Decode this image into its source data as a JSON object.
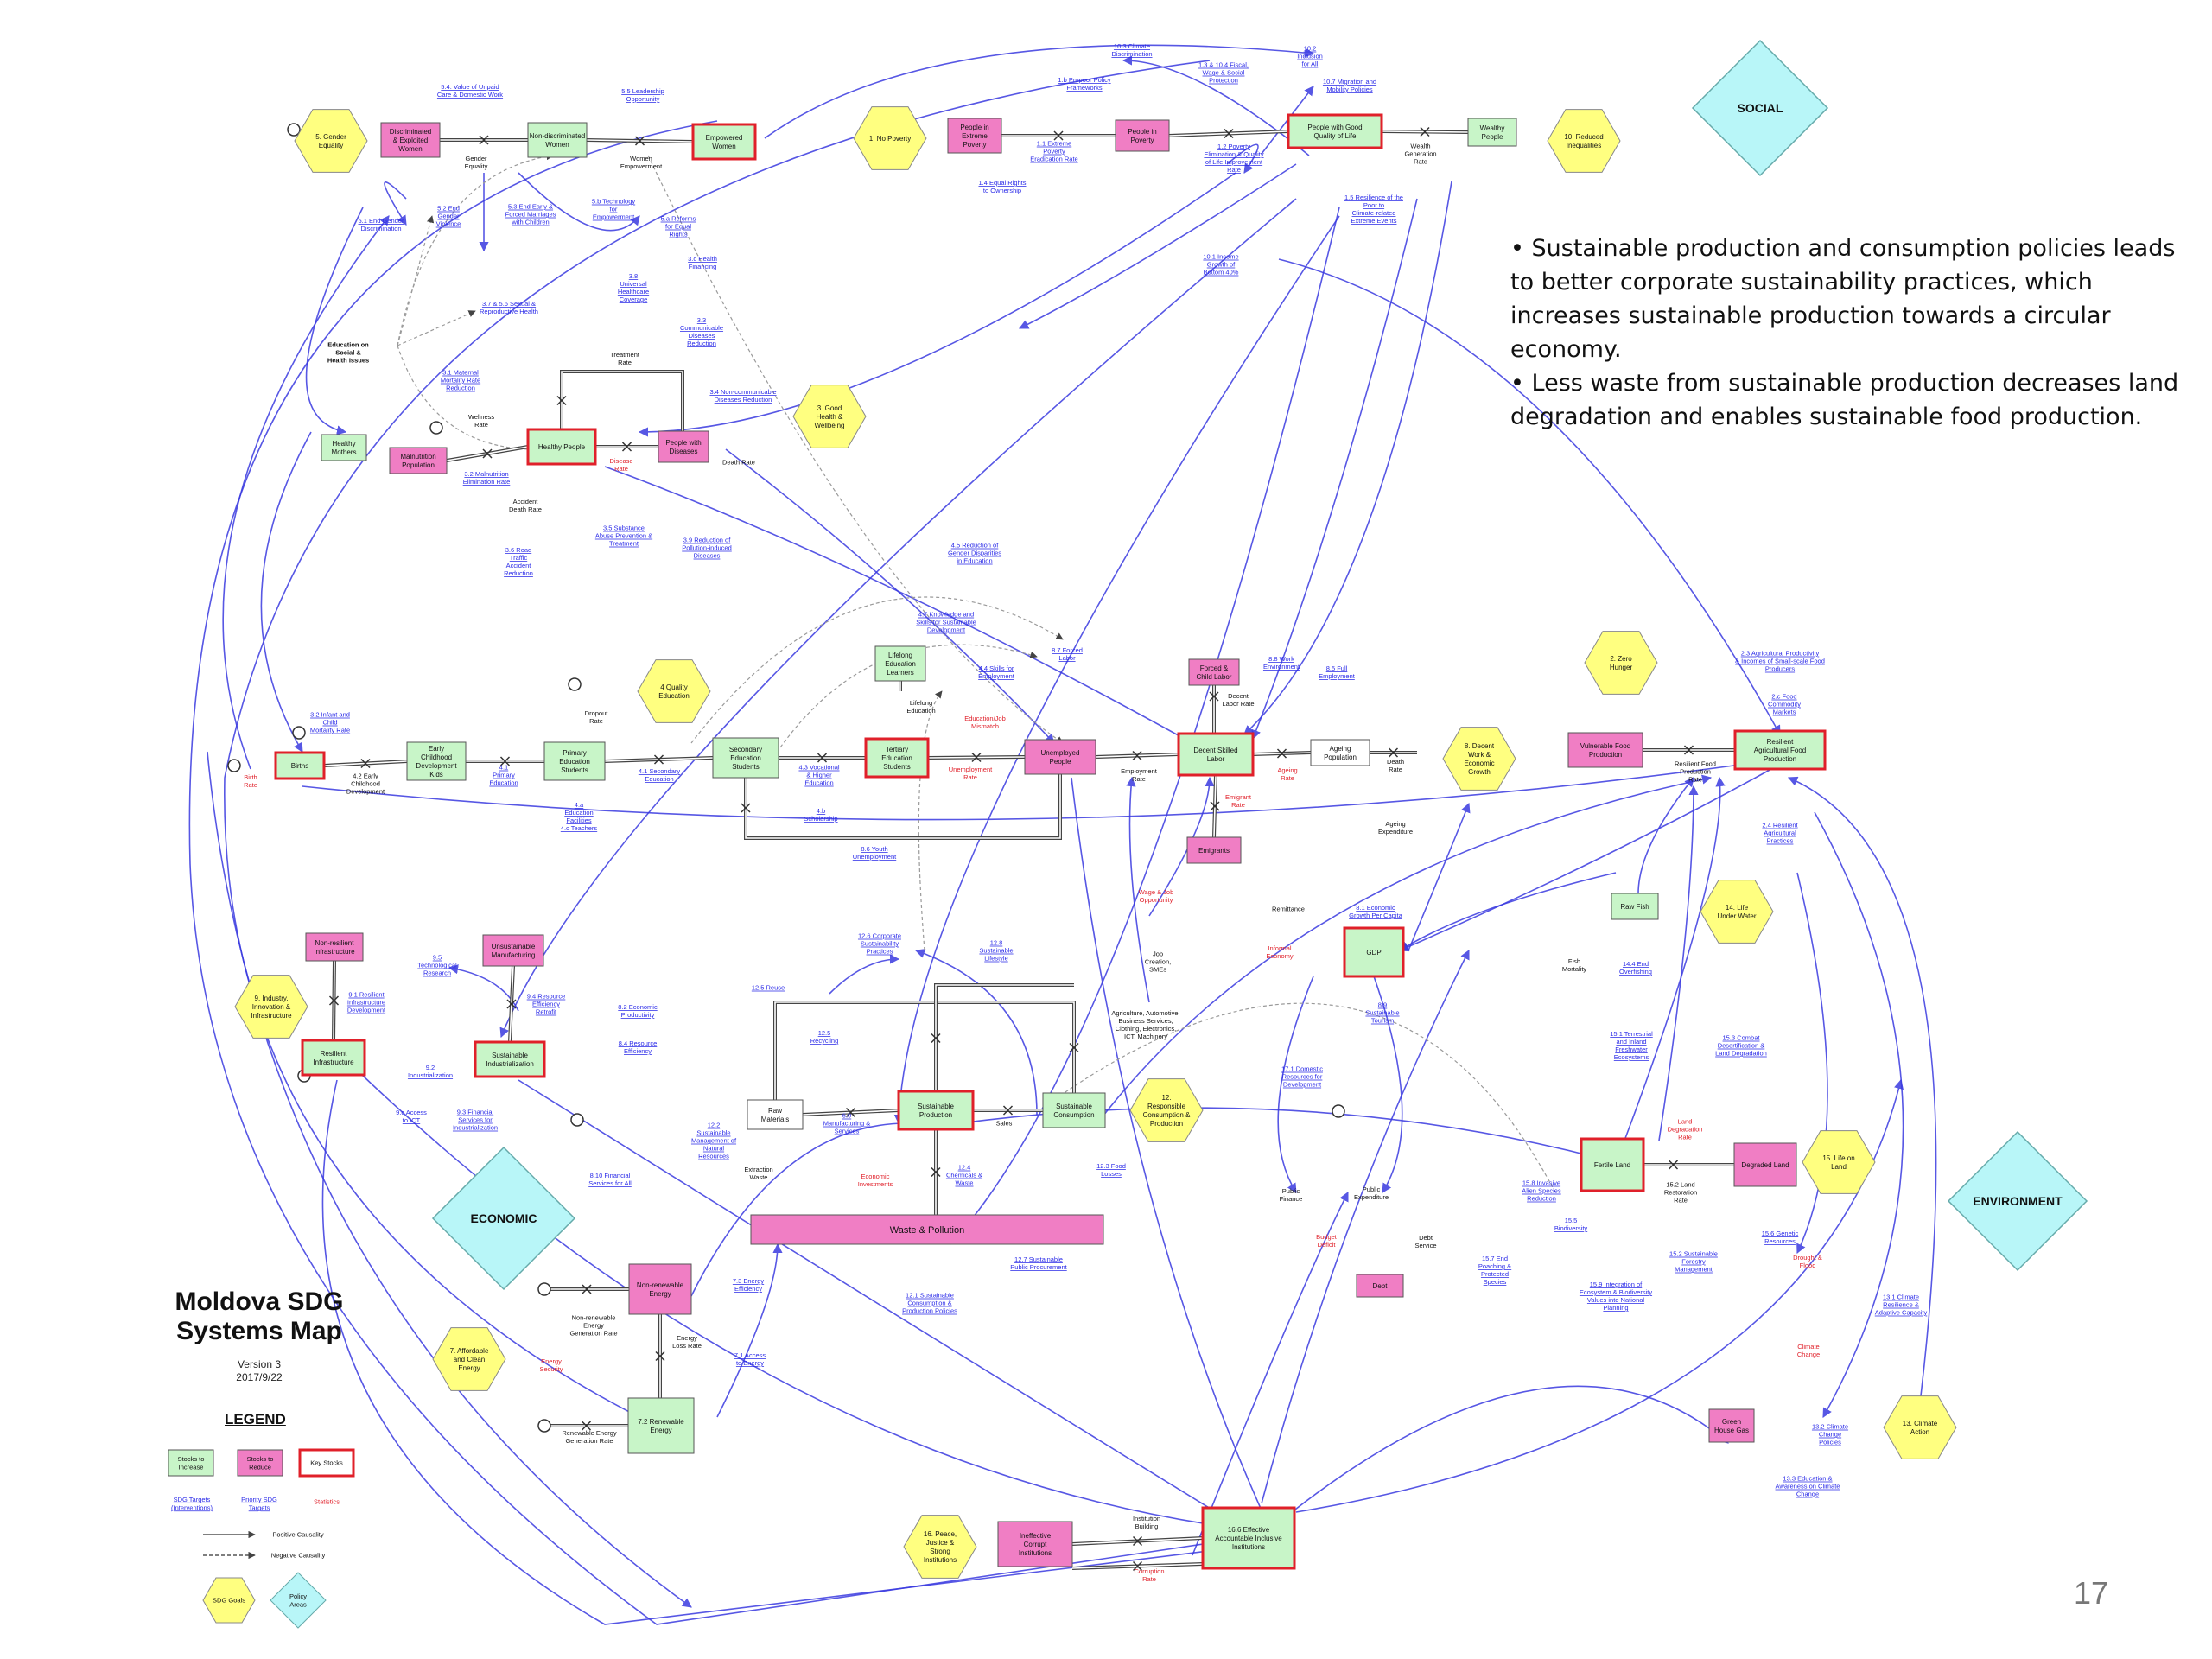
{
  "bullets": [
    "• Sustainable production and consumption policies leads to better corporate sustainability practices, which increases sustainable production towards a circular economy.",
    "• Less waste from sustainable production decreases land degradation and enables sustainable food production."
  ],
  "slide_number": "17",
  "map": {
    "title": "Moldova SDG Systems Map",
    "version": "Version 3",
    "date": "2017/9/22"
  },
  "legend": {
    "title": "LEGEND",
    "stocks_increase": "Stocks to Increase",
    "stocks_reduce": "Stocks to Reduce",
    "key_stocks": "Key Stocks",
    "sdg_targets": "SDG Targets (Interventions)",
    "priority_sdg_targets": "Priority SDG Targets",
    "statistics": "Statistics",
    "positive": "Positive Causality",
    "negative": "Negative Causality",
    "sdg_goals": "SDG Goals",
    "policy_areas": "Policy Areas"
  },
  "colors": {
    "increase": "#c8f5c8",
    "reduce": "#f07ec4",
    "key_border": "#e0202a",
    "goal": "#ffff80",
    "area": "#b8f6f8",
    "link": "#3a3ae0",
    "target_text": "#2a2ae8",
    "stat_text": "#e0202a",
    "flow": "#555555"
  },
  "areas": [
    {
      "id": "a-social",
      "label": "SOCIAL"
    },
    {
      "id": "a-economic",
      "label": "ECONOMIC"
    },
    {
      "id": "a-environment",
      "label": "ENVIRONMENT"
    }
  ],
  "goals": [
    {
      "id": "g5",
      "label": "5. Gender Equality"
    },
    {
      "id": "g1",
      "label": "1. No Poverty"
    },
    {
      "id": "g10",
      "label": "10. Reduced Inequalities"
    },
    {
      "id": "g3",
      "label": "3. Good Health & Wellbeing"
    },
    {
      "id": "g4",
      "label": "4 Quality Education"
    },
    {
      "id": "g2",
      "label": "2. Zero Hunger"
    },
    {
      "id": "g8",
      "label": "8. Decent Work & Economic Growth"
    },
    {
      "id": "g9",
      "label": "9. Industry, Innovation & Infrastructure"
    },
    {
      "id": "g12",
      "label": "12. Responsible Consumption & Production"
    },
    {
      "id": "g14",
      "label": "14. Life Under Water"
    },
    {
      "id": "g15",
      "label": "15. Life on Land"
    },
    {
      "id": "g7",
      "label": "7. Affordable and Clean Energy"
    },
    {
      "id": "g16",
      "label": "16. Peace, Justice & Strong Institutions"
    },
    {
      "id": "g13",
      "label": "13. Climate Action"
    }
  ],
  "stocks": [
    {
      "id": "discriminated",
      "label": "Discriminated & Exploited Women",
      "kind": "reduce"
    },
    {
      "id": "nondisc",
      "label": "Non-discriminated Women",
      "kind": "increase"
    },
    {
      "id": "empowered",
      "label": "Empowered Women",
      "kind": "increase",
      "key": true
    },
    {
      "id": "extreme",
      "label": "People in Extreme Poverty",
      "kind": "reduce"
    },
    {
      "id": "poverty",
      "label": "People in Poverty",
      "kind": "reduce"
    },
    {
      "id": "goodlife",
      "label": "People with Good Quality of Life",
      "kind": "increase",
      "key": true
    },
    {
      "id": "wealthy",
      "label": "Wealthy People",
      "kind": "increase"
    },
    {
      "id": "mothers",
      "label": "Healthy Mothers",
      "kind": "increase"
    },
    {
      "id": "malnut",
      "label": "Malnutrition Population",
      "kind": "reduce"
    },
    {
      "id": "healthy",
      "label": "Healthy People",
      "kind": "increase",
      "key": true
    },
    {
      "id": "diseases",
      "label": "People with Diseases",
      "kind": "reduce"
    },
    {
      "id": "lifelong",
      "label": "Lifelong Education Learners",
      "kind": "increase"
    },
    {
      "id": "forced",
      "label": "Forced & Child Labor",
      "kind": "reduce"
    },
    {
      "id": "births",
      "label": "Births",
      "kind": "increase",
      "key": true
    },
    {
      "id": "ecd",
      "label": "Early Childhood Development Kids",
      "kind": "increase"
    },
    {
      "id": "primary",
      "label": "Primary Education Students",
      "kind": "increase"
    },
    {
      "id": "secondary",
      "label": "Secondary Education Students",
      "kind": "increase"
    },
    {
      "id": "tertiary",
      "label": "Tertiary Education Students",
      "kind": "increase",
      "key": true
    },
    {
      "id": "unemployed",
      "label": "Unemployed People",
      "kind": "reduce"
    },
    {
      "id": "decent",
      "label": "Decent Skilled Labor",
      "kind": "increase",
      "key": true
    },
    {
      "id": "ageing",
      "label": "Ageing Population",
      "kind": "white"
    },
    {
      "id": "emigrants",
      "label": "Emigrants",
      "kind": "reduce"
    },
    {
      "id": "vulnfood",
      "label": "Vulnerable Food Production",
      "kind": "reduce"
    },
    {
      "id": "resfood",
      "label": "Resilient Agricultural Food Production",
      "kind": "increase",
      "key": true
    },
    {
      "id": "nonresinfra",
      "label": "Non-resilient Infrastructure",
      "kind": "reduce"
    },
    {
      "id": "unsustman",
      "label": "Unsustainable Manufacturing",
      "kind": "reduce"
    },
    {
      "id": "resinfra",
      "label": "Resilient Infrastructure",
      "kind": "increase",
      "key": true
    },
    {
      "id": "sustind",
      "label": "Sustainable Industrialization",
      "kind": "increase",
      "key": true
    },
    {
      "id": "gdp",
      "label": "GDP",
      "kind": "increase",
      "key": true
    },
    {
      "id": "rawfish",
      "label": "Raw Fish",
      "kind": "increase"
    },
    {
      "id": "rawmat",
      "label": "Raw Materials",
      "kind": "white"
    },
    {
      "id": "sustprod",
      "label": "Sustainable Production",
      "kind": "increase",
      "key": true
    },
    {
      "id": "sustcons",
      "label": "Sustainable Consumption",
      "kind": "increase"
    },
    {
      "id": "fertile",
      "label": "Fertile Land",
      "kind": "increase",
      "key": true
    },
    {
      "id": "degraded",
      "label": "Degraded Land",
      "kind": "reduce"
    },
    {
      "id": "waste",
      "label": "Waste & Pollution",
      "kind": "reduce"
    },
    {
      "id": "debt",
      "label": "Debt",
      "kind": "reduce"
    },
    {
      "id": "nonrenew",
      "label": "Non-renewable Energy",
      "kind": "reduce"
    },
    {
      "id": "renew",
      "label": "7.2 Renewable Energy",
      "kind": "increase"
    },
    {
      "id": "ghg",
      "label": "Green House Gas",
      "kind": "reduce"
    },
    {
      "id": "corrupt",
      "label": "Ineffective Corrupt Institutions",
      "kind": "reduce"
    },
    {
      "id": "effinst",
      "label": "16.6 Effective Accountable Inclusive Institutions",
      "kind": "increase",
      "key": true
    }
  ],
  "labels": [
    {
      "id": "l1",
      "text": "10.3 Climate Discrimination",
      "kind": "t"
    },
    {
      "id": "l2",
      "text": "5.4. Value of Unpaid Care & Domestic Work",
      "kind": "t"
    },
    {
      "id": "l3",
      "text": "5.5 Leadership Opportunity",
      "kind": "t"
    },
    {
      "id": "l4",
      "text": "Gender Equality",
      "kind": "p"
    },
    {
      "id": "l5",
      "text": "Women Empowerment",
      "kind": "p"
    },
    {
      "id": "l6",
      "text": "5.1 End Gender Discrimination",
      "kind": "t"
    },
    {
      "id": "l7",
      "text": "5.2 End Gender Violence",
      "kind": "t"
    },
    {
      "id": "l8",
      "text": "5.3 End Early & Forced Marriages with Children",
      "kind": "t"
    },
    {
      "id": "l9",
      "text": "5.b Technology for Empowerment",
      "kind": "t"
    },
    {
      "id": "l10",
      "text": "5.a Reforms for Equal Rights",
      "kind": "t"
    },
    {
      "id": "l11",
      "text": "1.b Propoor Policy Frameworks",
      "kind": "t"
    },
    {
      "id": "l12",
      "text": "1.3 & 10.4 Fiscal, Wage & Social Protection",
      "kind": "t"
    },
    {
      "id": "l13",
      "text": "10.2 Inclusion for All",
      "kind": "t"
    },
    {
      "id": "l14",
      "text": "10.7 Migration and Mobility Policies",
      "kind": "t"
    },
    {
      "id": "l15",
      "text": "1.1 Extreme Poverty Eradication Rate",
      "kind": "t"
    },
    {
      "id": "l16",
      "text": "1.2 Poverty Elimination & Quality of Life Improvement Rate",
      "kind": "t"
    },
    {
      "id": "l17",
      "text": "Wealth Generation Rate",
      "kind": "p"
    },
    {
      "id": "l18",
      "text": "1.4 Equal Rights to Ownership",
      "kind": "t"
    },
    {
      "id": "l19",
      "text": "1.5 Resilience of the Poor to Climate-related Extreme Events",
      "kind": "t"
    },
    {
      "id": "l20",
      "text": "10.1 Income Growth of Bottom 40%",
      "kind": "t"
    },
    {
      "id": "l21",
      "text": "3.c Health Financing",
      "kind": "t"
    },
    {
      "id": "l22",
      "text": "3.8 Universal Healthcare Coverage",
      "kind": "t"
    },
    {
      "id": "l23",
      "text": "3.7 & 5.6 Sexual & Reproductive Health",
      "kind": "t"
    },
    {
      "id": "l24",
      "text": "3.3 Communicable Diseases Reduction",
      "kind": "t"
    },
    {
      "id": "l25",
      "text": "Education on Social & Health Issues",
      "kind": "b"
    },
    {
      "id": "l26",
      "text": "Treatment Rate",
      "kind": "p"
    },
    {
      "id": "l27",
      "text": "3.1 Maternal Mortality Rate Reduction",
      "kind": "t"
    },
    {
      "id": "l28",
      "text": "3.4 Non-communicable Diseases Reduction",
      "kind": "t"
    },
    {
      "id": "l29",
      "text": "Wellness Rate",
      "kind": "p"
    },
    {
      "id": "l30",
      "text": "Disease Rate",
      "kind": "s"
    },
    {
      "id": "l31",
      "text": "Death Rate",
      "kind": "p"
    },
    {
      "id": "l32",
      "text": "3.2 Malnutrition Elimination Rate",
      "kind": "t"
    },
    {
      "id": "l33",
      "text": "Accident Death Rate",
      "kind": "p"
    },
    {
      "id": "l34",
      "text": "3.6 Road Traffic Accident Reduction",
      "kind": "t"
    },
    {
      "id": "l35",
      "text": "3.5 Substance Abuse Prevention & Treatment",
      "kind": "t"
    },
    {
      "id": "l36",
      "text": "3.9 Reduction of Pollution-induced Diseases",
      "kind": "t"
    },
    {
      "id": "l37",
      "text": "4.5 Reduction of Gender Disparities in Education",
      "kind": "t"
    },
    {
      "id": "l38",
      "text": "4.7 Knowledge and Skills for Sustainable Development",
      "kind": "t"
    },
    {
      "id": "l39",
      "text": "4.4 Skills for Employment",
      "kind": "t"
    },
    {
      "id": "l40",
      "text": "8.7 Forced Labor",
      "kind": "t"
    },
    {
      "id": "l41",
      "text": "8.8 Work Environment",
      "kind": "t"
    },
    {
      "id": "l42",
      "text": "8.5 Full Employment",
      "kind": "t"
    },
    {
      "id": "l43",
      "text": "Decent Labor Rate",
      "kind": "p"
    },
    {
      "id": "l44",
      "text": "Lifelong Education",
      "kind": "p"
    },
    {
      "id": "l45",
      "text": "Education/Job Mismatch",
      "kind": "s"
    },
    {
      "id": "l46",
      "text": "Unemployment Rate",
      "kind": "s"
    },
    {
      "id": "l47",
      "text": "3.2 Infant and Child Mortality Rate",
      "kind": "t"
    },
    {
      "id": "l48",
      "text": "Dropout Rate",
      "kind": "p"
    },
    {
      "id": "l49",
      "text": "Birth Rate",
      "kind": "s"
    },
    {
      "id": "l50",
      "text": "4.2 Early Childhood Development",
      "kind": "p"
    },
    {
      "id": "l51",
      "text": "4.1 Primary Education",
      "kind": "t"
    },
    {
      "id": "l52",
      "text": "4.1 Secondary Education",
      "kind": "t"
    },
    {
      "id": "l53",
      "text": "4.3 Vocational & Higher Education",
      "kind": "t"
    },
    {
      "id": "l54",
      "text": "4.a Education Facilities 4.c Teachers",
      "kind": "t"
    },
    {
      "id": "l55",
      "text": "4.b Scholarship",
      "kind": "t"
    },
    {
      "id": "l56",
      "text": "8.6 Youth Unemployment",
      "kind": "t"
    },
    {
      "id": "l57",
      "text": "Employment Rate",
      "kind": "p"
    },
    {
      "id": "l58",
      "text": "Ageing Rate",
      "kind": "s"
    },
    {
      "id": "l59",
      "text": "Death Rate",
      "kind": "p"
    },
    {
      "id": "l60",
      "text": "Emigrant Rate",
      "kind": "s"
    },
    {
      "id": "l61",
      "text": "Ageing Expenditure",
      "kind": "p"
    },
    {
      "id": "l62",
      "text": "2.3 Agricultural Productivity & Incomes of Small-scale Food Producers",
      "kind": "t"
    },
    {
      "id": "l63",
      "text": "2.c Food Commodity Markets",
      "kind": "t"
    },
    {
      "id": "l64",
      "text": "Resilient Food Production Rate",
      "kind": "p"
    },
    {
      "id": "l65",
      "text": "2.4 Resilient Agricultural Practices",
      "kind": "t"
    },
    {
      "id": "l66",
      "text": "12.6 Corporate Sustainability Practices",
      "kind": "t"
    },
    {
      "id": "l67",
      "text": "12.8 Sustainable Lifestyle",
      "kind": "t"
    },
    {
      "id": "l68",
      "text": "Job Creation, SMEs",
      "kind": "p"
    },
    {
      "id": "l69",
      "text": "Wage & Job Opportunity",
      "kind": "s"
    },
    {
      "id": "l70",
      "text": "Remittance",
      "kind": "p"
    },
    {
      "id": "l71",
      "text": "8.1 Economic Growth Per Capita",
      "kind": "t"
    },
    {
      "id": "l72",
      "text": "Informal Economy",
      "kind": "s"
    },
    {
      "id": "l73",
      "text": "9.5 Technological Research",
      "kind": "t"
    },
    {
      "id": "l74",
      "text": "9.1 Resilient Infrastructure Development",
      "kind": "t"
    },
    {
      "id": "l75",
      "text": "9.4 Resource Efficiency Retrofit",
      "kind": "t"
    },
    {
      "id": "l76",
      "text": "8.2 Economic Productivity",
      "kind": "t"
    },
    {
      "id": "l77",
      "text": "8.4 Resource Efficiency",
      "kind": "t"
    },
    {
      "id": "l78",
      "text": "12.5 Reuse",
      "kind": "t"
    },
    {
      "id": "l79",
      "text": "12.5 Recycling",
      "kind": "t"
    },
    {
      "id": "l80",
      "text": "Agriculture, Automotive, Business Services, Clothing, Electronics, ICT, Machinery",
      "kind": "p"
    },
    {
      "id": "l81",
      "text": "8.9 Sustainable Tourism",
      "kind": "t"
    },
    {
      "id": "l82",
      "text": "Fish Mortality",
      "kind": "p"
    },
    {
      "id": "l83",
      "text": "14.4 End Overfishing",
      "kind": "t"
    },
    {
      "id": "l84",
      "text": "9.2 Industrialization",
      "kind": "t"
    },
    {
      "id": "l85",
      "text": "9.c Access to ICT",
      "kind": "t"
    },
    {
      "id": "l86",
      "text": "9.3 Financial Services for Industrialization",
      "kind": "t"
    },
    {
      "id": "l87",
      "text": "12.2 Sustainable Management of Natural Resources",
      "kind": "t"
    },
    {
      "id": "l88",
      "text": "Extraction Waste",
      "kind": "p"
    },
    {
      "id": "l89",
      "text": "6.0 Manufacturing & Services",
      "kind": "t"
    },
    {
      "id": "l90",
      "text": "Economic Investments",
      "kind": "s"
    },
    {
      "id": "l91",
      "text": "12.4 Chemicals & Waste",
      "kind": "t"
    },
    {
      "id": "l92",
      "text": "Sales",
      "kind": "p"
    },
    {
      "id": "l93",
      "text": "12.3 Food Losses",
      "kind": "t"
    },
    {
      "id": "l94",
      "text": "17.1 Domestic Resources for Development",
      "kind": "t"
    },
    {
      "id": "l95",
      "text": "15.1 Terrestrial and Inland Freshwater Ecosystems",
      "kind": "t"
    },
    {
      "id": "l96",
      "text": "15.3 Combat Desertification & Land Degradation",
      "kind": "t"
    },
    {
      "id": "l97",
      "text": "Land Degradation Rate",
      "kind": "s"
    },
    {
      "id": "l98",
      "text": "8.10 Financial Services for All",
      "kind": "t"
    },
    {
      "id": "l99",
      "text": "Public Finance",
      "kind": "p"
    },
    {
      "id": "l100",
      "text": "Public Expenditure",
      "kind": "p"
    },
    {
      "id": "l101",
      "text": "Budget Deficit",
      "kind": "s"
    },
    {
      "id": "l102",
      "text": "Debt Service",
      "kind": "p"
    },
    {
      "id": "l103",
      "text": "15.8 Invasive Alien Species Reduction",
      "kind": "t"
    },
    {
      "id": "l104",
      "text": "15.5 Biodiversity",
      "kind": "t"
    },
    {
      "id": "l105",
      "text": "15.2 Land Restoration Rate",
      "kind": "p"
    },
    {
      "id": "l106",
      "text": "15.6 Genetic Resources",
      "kind": "t"
    },
    {
      "id": "l107",
      "text": "Drought & Flood",
      "kind": "s"
    },
    {
      "id": "l108",
      "text": "Non-renewable Energy Generation Rate",
      "kind": "p"
    },
    {
      "id": "l109",
      "text": "7.3 Energy Efficiency",
      "kind": "t"
    },
    {
      "id": "l110",
      "text": "12.7 Sustainable Public Procurement",
      "kind": "t"
    },
    {
      "id": "l111",
      "text": "12.1 Sustainable Consumption & Production Policies",
      "kind": "t"
    },
    {
      "id": "l112",
      "text": "Energy Loss Rate",
      "kind": "p"
    },
    {
      "id": "l113",
      "text": "7.1 Access to Energy",
      "kind": "t"
    },
    {
      "id": "l114",
      "text": "Energy Security",
      "kind": "s"
    },
    {
      "id": "l115",
      "text": "Renewable Energy Generation Rate",
      "kind": "p"
    },
    {
      "id": "l116",
      "text": "15.7 End Poaching & Protected Species",
      "kind": "t"
    },
    {
      "id": "l117",
      "text": "15.9 Integration of Ecosystem & Biodiversity Values into National Planning",
      "kind": "t"
    },
    {
      "id": "l118",
      "text": "15.2 Sustainable Forestry Management",
      "kind": "t"
    },
    {
      "id": "l119",
      "text": "Climate Change",
      "kind": "s"
    },
    {
      "id": "l120",
      "text": "13.1 Climate Resilience & Adaptive Capacity",
      "kind": "t"
    },
    {
      "id": "l121",
      "text": "13.2 Climate Change Policies",
      "kind": "t"
    },
    {
      "id": "l122",
      "text": "13.3 Education & Awareness on Climate Change",
      "kind": "t"
    },
    {
      "id": "l123",
      "text": "Institution Building",
      "kind": "p"
    },
    {
      "id": "l124",
      "text": "Corruption Rate",
      "kind": "s"
    }
  ]
}
